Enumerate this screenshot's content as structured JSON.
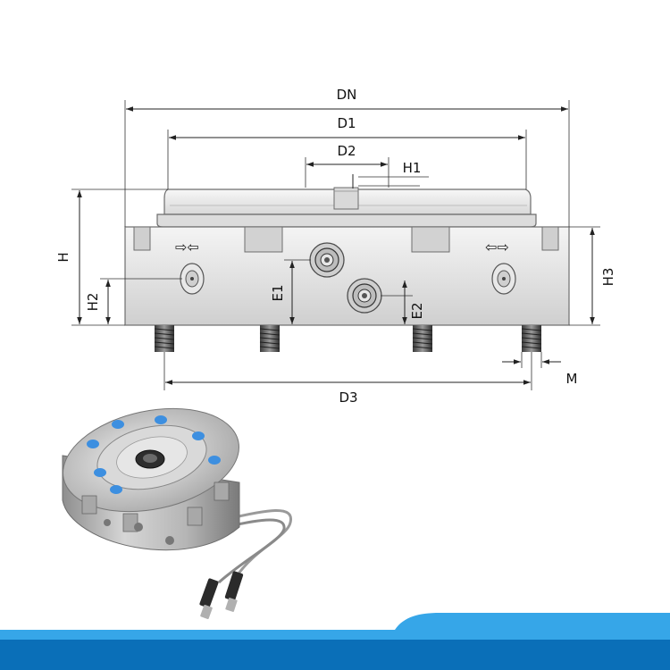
{
  "drawing": {
    "labels": {
      "dn": "DN",
      "d1": "D1",
      "d2": "D2",
      "h1": "H1",
      "h": "H",
      "h2": "H2",
      "e1": "E1",
      "e2": "E2",
      "h3": "H3",
      "d3": "D3",
      "m": "M"
    },
    "arrow_symbols": {
      "left_pair": "⇨⇦",
      "right_pair": "⇦⇨"
    }
  },
  "photo": {
    "caption": ""
  },
  "colors": {
    "banner_blue": "#0a6fb8",
    "banner_light": "#36a6e8",
    "metal": "#c9c9c9",
    "marker_blue": "#3d8fe0"
  }
}
